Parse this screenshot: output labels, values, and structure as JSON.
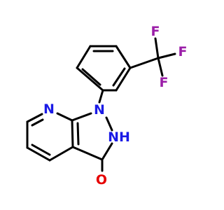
{
  "molecule": {
    "atoms": {
      "n_pyridine": {
        "label": "N",
        "color": "#1a1ae6"
      },
      "n1": {
        "label": "N",
        "color": "#1a1ae6"
      },
      "nh": {
        "label": "NH",
        "color": "#1a1ae6"
      },
      "o": {
        "label": "O",
        "color": "#e60000"
      },
      "f_top": {
        "label": "F",
        "color": "#9b1ea8"
      },
      "f_right": {
        "label": "F",
        "color": "#9b1ea8"
      },
      "f_bottom": {
        "label": "F",
        "color": "#9b1ea8"
      }
    },
    "bond_color": "#000000"
  }
}
